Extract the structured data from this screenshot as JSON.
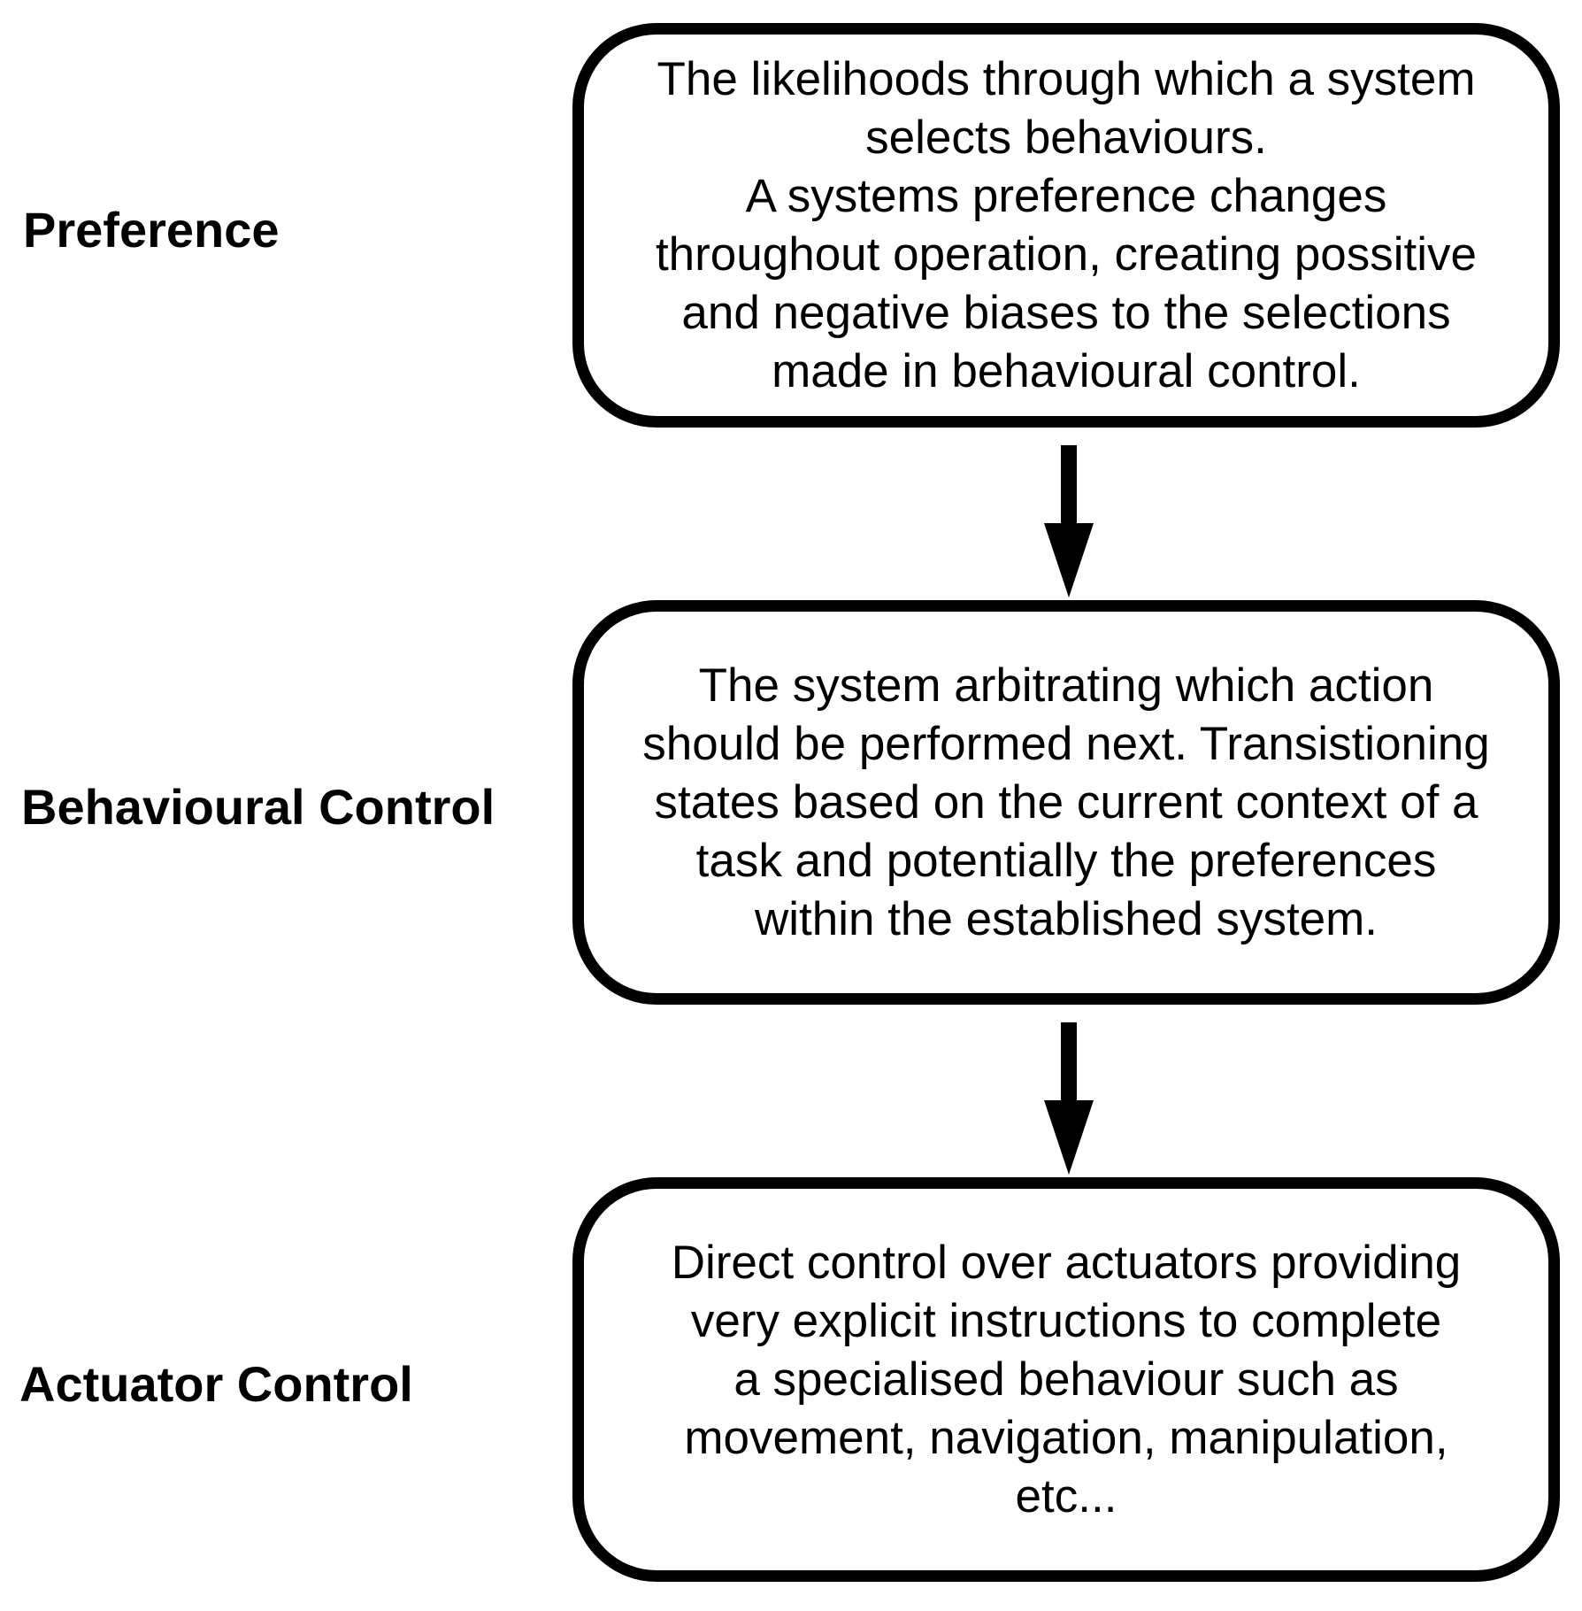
{
  "levels": [
    {
      "label": "Preference",
      "description_lines": [
        "The likelihoods through which a system",
        "selects behaviours.",
        "A systems preference changes",
        "throughout operation, creating possitive",
        "and negative biases to the selections",
        "made in behavioural control."
      ]
    },
    {
      "label": "Behavioural Control",
      "description_lines": [
        "The system arbitrating which action",
        "should be performed next. Transistioning",
        "states based on the current context of a",
        "task and potentially the preferences",
        "within the established system."
      ]
    },
    {
      "label": "Actuator Control",
      "description_lines": [
        "Direct control over actuators providing",
        "very explicit instructions to complete",
        "a specialised behaviour such as",
        "movement, navigation, manipulation,",
        "etc..."
      ]
    }
  ],
  "colors": {
    "stroke": "#000000",
    "background": "#ffffff",
    "text": "#000000"
  }
}
